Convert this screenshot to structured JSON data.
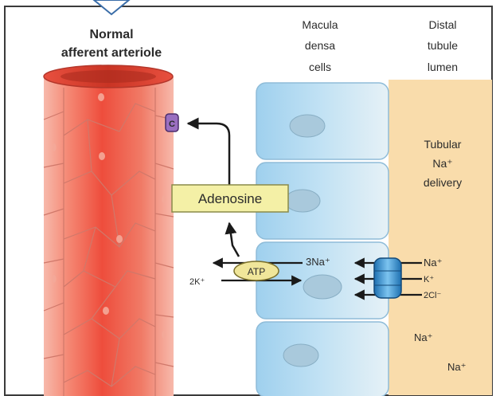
{
  "labels": {
    "arteriole_line1": "Normal",
    "arteriole_line2": "afferent arteriole",
    "macula_line1": "Macula",
    "macula_line2": "densa",
    "macula_line3": "cells",
    "distal_line1": "Distal",
    "distal_line2": "tubule",
    "distal_line3": "lumen",
    "tubular_line1": "Tubular",
    "tubular_line2": "Na⁺",
    "tubular_line3": "delivery",
    "adenosine": "Adenosine",
    "atp": "ATP",
    "na3": "3Na⁺",
    "k2": "2K⁺",
    "na_in": "Na⁺",
    "k_in": "K⁺",
    "cl_in": "2Cl⁻",
    "lumen_na1": "Na⁺",
    "lumen_na2": "Na⁺",
    "receptor_letter": "C"
  },
  "colors": {
    "arteriole": "#ef5a4a",
    "arteriole_dark": "#c63a2c",
    "arteriole_light": "#f9c4b8",
    "macula_cell": "#b9ddf2",
    "lumen": "#f9dcab",
    "label_box": "#f4f0a6",
    "cotransporter": "#2a86c8",
    "receptor": "#9a6fc0"
  },
  "icons": {
    "receptor": "adenosine-receptor-icon",
    "pump": "na-k-atpase-pump-icon",
    "cotransporter": "nkcc2-cotransporter-icon"
  }
}
